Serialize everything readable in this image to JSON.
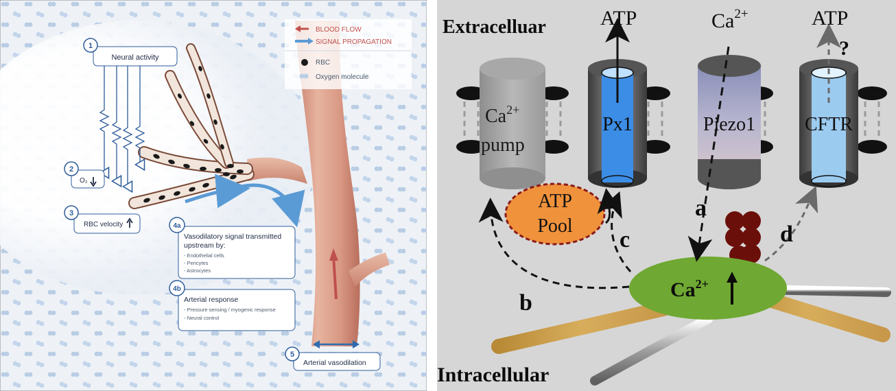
{
  "left_diagram": {
    "legend": {
      "blood_flow": "BLOOD FLOW",
      "signal_propagation": "SIGNAL PROPAGATION",
      "rbc": "RBC",
      "oxygen_molecule": "Oxygen molecule"
    },
    "steps": [
      {
        "num": "1",
        "label": "Neural activity"
      },
      {
        "num": "2",
        "label": "O₂"
      },
      {
        "num": "3",
        "label": "RBC velocity"
      },
      {
        "num": "4a",
        "title": "Vasodilatory signal transmitted upstream by:",
        "title_line1": "Vasodilatory signal transmitted",
        "title_line2": "upstream by:",
        "items": [
          "- Endothelial cells",
          "- Pericytes",
          "- Astrocytes"
        ]
      },
      {
        "num": "4b",
        "title": "Arterial response",
        "items": [
          "- Pressure sensing / myogenic response",
          "- Neural control"
        ]
      },
      {
        "num": "5",
        "label": "Arterial vasodilation"
      }
    ],
    "colors": {
      "blood_flow": "#c0504d",
      "signal": "#5b9bd5",
      "number_circle": "#2e5c9a"
    }
  },
  "right_diagram": {
    "extracellular": "Extracelluar",
    "intracellular": "Intracellular",
    "top_labels": {
      "atp_left": "ATP",
      "ca_sup_base": "Ca",
      "ca_sup": "2+",
      "atp_right": "ATP",
      "question": "?"
    },
    "channels": [
      {
        "base": "Ca",
        "sup": "2+",
        "line2": "pump"
      },
      {
        "label": "Px1"
      },
      {
        "label": "Piezo1"
      },
      {
        "label": "CFTR"
      }
    ],
    "atp_pool": {
      "line1": "ATP",
      "line2": "Pool"
    },
    "calcium": {
      "base": "Ca",
      "sup": "2+"
    },
    "pathway_letters": [
      "a",
      "b",
      "c",
      "d"
    ],
    "colors": {
      "background": "#d6d6d6",
      "px1": "#3c8de6",
      "cftr": "#9ccbf0",
      "atp_pool": "#f0923c",
      "calcium": "#6fa832"
    }
  }
}
